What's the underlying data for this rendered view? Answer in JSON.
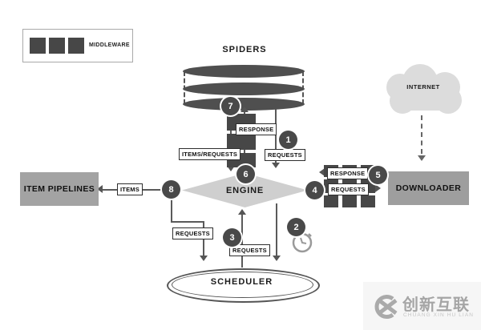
{
  "legend": {
    "label": "MIDDLEWARE"
  },
  "nodes": {
    "spiders": "SPIDERS",
    "internet": "INTERNET",
    "item_pipelines": "ITEM PIPELINES",
    "engine": "ENGINE",
    "downloader": "DOWNLOADER",
    "scheduler": "SCHEDULER"
  },
  "flow_labels": {
    "spider_response": "RESPONSE",
    "spider_items_requests": "ITEMS/REQUESTS",
    "spider_requests": "REQUESTS",
    "items": "ITEMS",
    "pipeline_requests": "REQUESTS",
    "scheduler_requests": "REQUESTS",
    "downloader_response": "RESPONSE",
    "downloader_requests": "REQUESTS"
  },
  "steps": {
    "1": "1",
    "2": "2",
    "3": "3",
    "4": "4",
    "5": "5",
    "6": "6",
    "7": "7",
    "8": "8"
  },
  "watermark": {
    "title": "创新互联",
    "subtitle": "CHUANG XIN HU LIAN"
  },
  "colors": {
    "dark_block": "#474747",
    "node_gray": "#a3a3a3",
    "engine_gray": "#cfcfcf",
    "cloud_gray": "#dcdcdc",
    "line": "#5a5a5a",
    "watermark_gray": "#a5a5a5"
  }
}
